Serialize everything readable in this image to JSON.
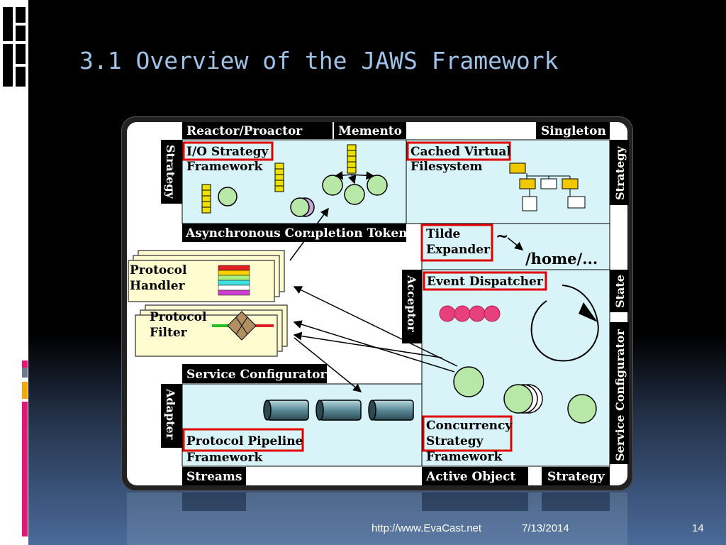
{
  "slide": {
    "title": "3.1 Overview of the JAWS Framework",
    "footer_url": "http://www.EvaCast.net",
    "footer_date": "7/13/2014",
    "page_number": "14"
  },
  "colors": {
    "title": "#9ec2e8",
    "highlight_box": "#e00000",
    "panel": "#d8f4f8",
    "label_bg": "#000000",
    "handler_bg": "#fffdd0"
  },
  "diagram": {
    "top_labels": {
      "reactor": "Reactor/Proactor",
      "memento": "Memento",
      "singleton": "Singleton"
    },
    "side_labels": {
      "strategy_left": "Strategy",
      "strategy_right": "Strategy",
      "acceptor": "Acceptor",
      "state": "State",
      "service_configurator_vertical": "Service Configurator",
      "adapter": "Adapter"
    },
    "io_strategy": {
      "title": "I/O Strategy",
      "sub": "Framework"
    },
    "cached_fs": {
      "title": "Cached Virtual",
      "sub": "Filesystem"
    },
    "act_label": "Asynchronous Completion Token",
    "tilde": {
      "line1": "Tilde",
      "line2": "Expander",
      "tilde_char": "~",
      "path": "/home/..."
    },
    "protocol_handler": {
      "line1": "Protocol",
      "line2": "Handler"
    },
    "protocol_filter": {
      "line1": "Protocol",
      "line2": "Filter"
    },
    "event_dispatcher": "Event Dispatcher",
    "service_configurator": "Service Configurator",
    "protocol_pipeline": {
      "title": "Protocol Pipeline",
      "sub": "Framework"
    },
    "concurrency": {
      "line1": "Concurrency",
      "line2": "Strategy",
      "line3": "Framework"
    },
    "bottom_labels": {
      "streams": "Streams",
      "active_object": "Active Object",
      "strategy": "Strategy"
    }
  }
}
